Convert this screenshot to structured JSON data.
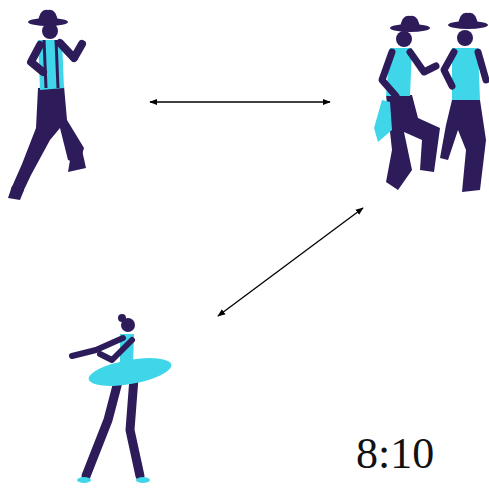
{
  "diagram": {
    "nodes": [
      {
        "text": []
      },
      {
        "text": []
      },
      {
        "text": []
      }
    ],
    "edges": [
      {
        "from": 0,
        "to": 1,
        "arrow": "both"
      },
      {
        "from": 1,
        "to": 2,
        "arrow": "both"
      }
    ],
    "labels": [
      "8:10"
    ]
  }
}
